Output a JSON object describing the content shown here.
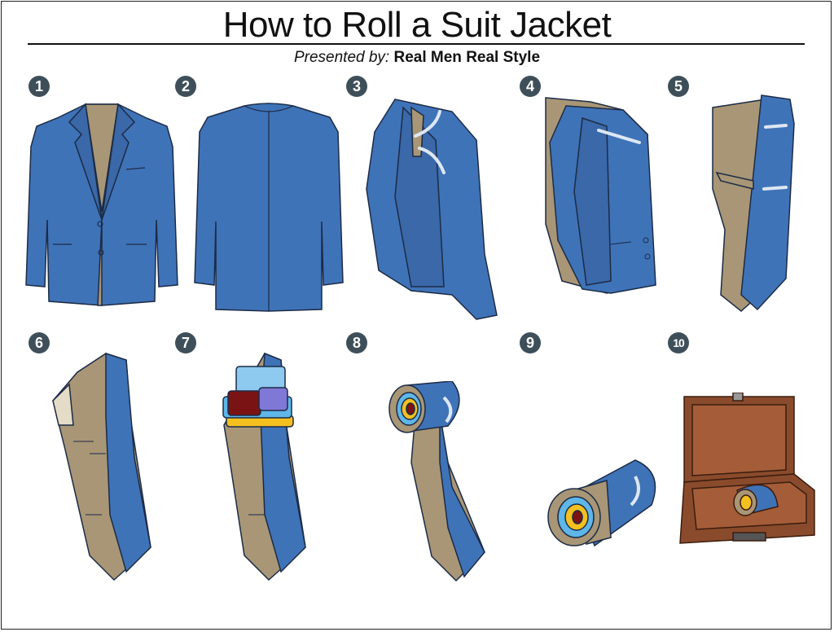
{
  "header": {
    "title": "How to Roll a Suit Jacket",
    "presented_by_label": "Presented by:",
    "brand": "Real Men Real Style"
  },
  "steps": [
    {
      "number": "1",
      "icon": "jacket-front-icon"
    },
    {
      "number": "2",
      "icon": "jacket-back-icon"
    },
    {
      "number": "3",
      "icon": "jacket-fold-shoulders-icon"
    },
    {
      "number": "4",
      "icon": "jacket-fold-sleeve-icon"
    },
    {
      "number": "5",
      "icon": "jacket-fold-half-icon"
    },
    {
      "number": "6",
      "icon": "jacket-inside-out-icon"
    },
    {
      "number": "7",
      "icon": "jacket-with-clothes-icon"
    },
    {
      "number": "8",
      "icon": "jacket-rolling-icon"
    },
    {
      "number": "9",
      "icon": "jacket-rolled-icon"
    },
    {
      "number": "10",
      "icon": "suitcase-icon"
    }
  ],
  "colors": {
    "jacket": "#3f73b8",
    "lining": "#a89676",
    "outline": "#1c2b45",
    "badge": "#3e4f59",
    "suitcase": "#8a4b2c"
  }
}
